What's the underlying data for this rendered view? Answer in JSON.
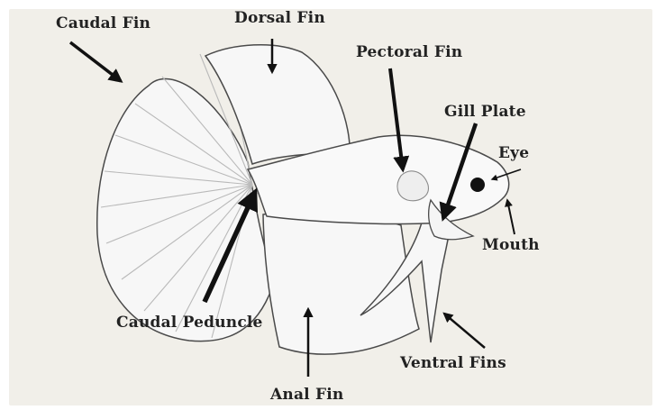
{
  "diagram": {
    "labels": {
      "caudal_fin": "Caudal Fin",
      "dorsal_fin": "Dorsal Fin",
      "pectoral_fin": "Pectoral Fin",
      "gill_plate": "Gill Plate",
      "eye": "Eye",
      "mouth": "Mouth",
      "caudal_peduncle": "Caudal Peduncle",
      "anal_fin": "Anal Fin",
      "ventral_fins": "Ventral Fins"
    },
    "colors": {
      "background": "#f1efe9",
      "fin_fill": "#f7f7f7",
      "outline": "#4a4a4a",
      "arrow": "#111111",
      "text": "#222222"
    }
  }
}
